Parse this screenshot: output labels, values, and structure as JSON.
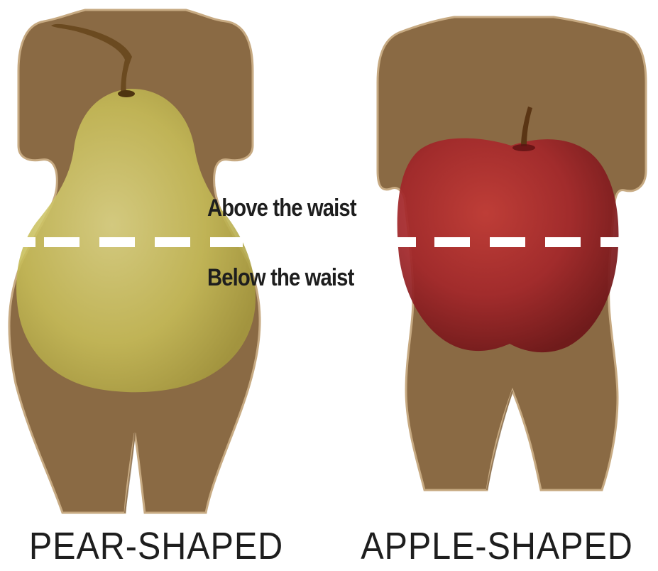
{
  "annotations": {
    "above_waist": "Above the waist",
    "below_waist": "Below the waist"
  },
  "figures": [
    {
      "caption": "PEAR-SHAPED",
      "fruit": "pear"
    },
    {
      "caption": "APPLE-SHAPED",
      "fruit": "apple"
    }
  ],
  "colors": {
    "body": "#8a6a44",
    "body_outline": "#c7aa82",
    "pear": "#c7bd58",
    "apple": "#a3272a",
    "waist_line": "#ffffff"
  }
}
